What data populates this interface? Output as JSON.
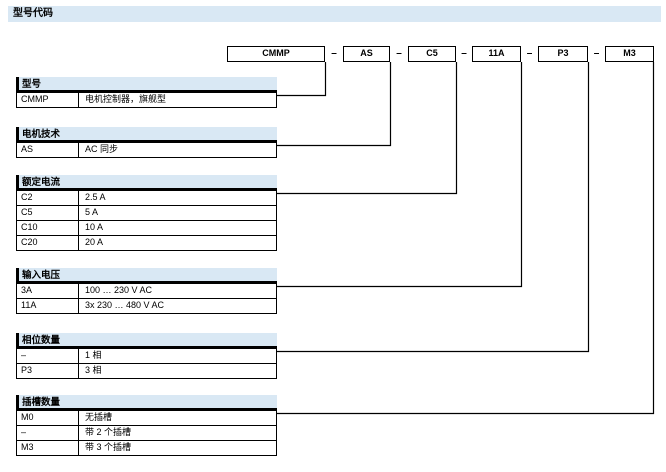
{
  "page": {
    "title": "型号代码",
    "accent_color": "#d9e8f4",
    "line_color": "#000000"
  },
  "code": {
    "separator": "–",
    "segments": [
      {
        "label": "CMMP"
      },
      {
        "label": "AS"
      },
      {
        "label": "C5"
      },
      {
        "label": "11A"
      },
      {
        "label": "P3"
      },
      {
        "label": "M3"
      }
    ]
  },
  "tables": [
    {
      "title": "型号",
      "rows": [
        {
          "code": "CMMP",
          "desc": "电机控制器，旗舰型"
        }
      ]
    },
    {
      "title": "电机技术",
      "rows": [
        {
          "code": "AS",
          "desc": "AC 同步"
        }
      ]
    },
    {
      "title": "额定电流",
      "rows": [
        {
          "code": "C2",
          "desc": "2.5 A"
        },
        {
          "code": "C5",
          "desc": "5 A"
        },
        {
          "code": "C10",
          "desc": "10 A"
        },
        {
          "code": "C20",
          "desc": "20 A"
        }
      ]
    },
    {
      "title": "输入电压",
      "rows": [
        {
          "code": "3A",
          "desc": "100 … 230 V AC"
        },
        {
          "code": "11A",
          "desc": "3x 230 … 480 V AC"
        }
      ]
    },
    {
      "title": "相位数量",
      "rows": [
        {
          "code": "–",
          "desc": "1 相"
        },
        {
          "code": "P3",
          "desc": "3 相"
        }
      ]
    },
    {
      "title": "插槽数量",
      "rows": [
        {
          "code": "M0",
          "desc": "无插槽"
        },
        {
          "code": "–",
          "desc": "带 2 个插槽"
        },
        {
          "code": "M3",
          "desc": "带 3 个插槽"
        }
      ]
    }
  ]
}
